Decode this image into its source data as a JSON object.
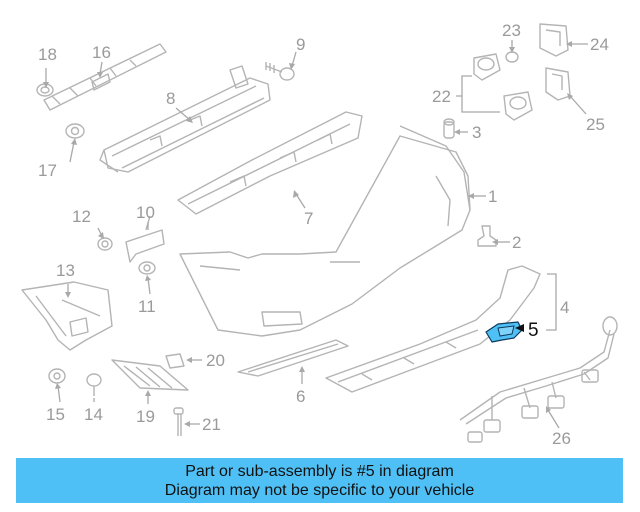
{
  "colors": {
    "banner_background": "#4fc0f5",
    "highlight_part": "#4fc0f5",
    "part_lines": "#b4b4b4",
    "callout_text": "#9a9a9a"
  },
  "callouts": {
    "c1": "1",
    "c2": "2",
    "c3": "3",
    "c4": "4",
    "c5": "5",
    "c6": "6",
    "c7": "7",
    "c8": "8",
    "c9": "9",
    "c10": "10",
    "c11": "11",
    "c12": "12",
    "c13": "13",
    "c14": "14",
    "c15": "15",
    "c16": "16",
    "c17": "17",
    "c18": "18",
    "c19": "19",
    "c20": "20",
    "c21": "21",
    "c22": "22",
    "c23": "23",
    "c24": "24",
    "c25": "25",
    "c26": "26"
  },
  "highlighted_part": "5",
  "banner": {
    "line1": "Part or sub-assembly is #5 in diagram",
    "line2": "Diagram may not be specific to your vehicle"
  }
}
